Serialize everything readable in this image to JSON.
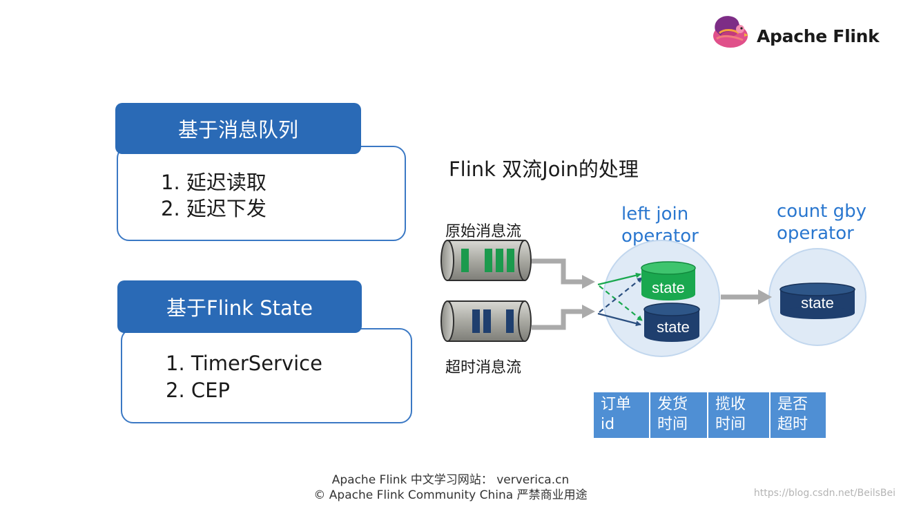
{
  "logo": {
    "text": "Apache Flink",
    "icon": "squirrel-icon"
  },
  "left": {
    "box1": {
      "header": "基于消息队列",
      "items": [
        "1.  延迟读取",
        "2. 延迟下发"
      ]
    },
    "box2": {
      "header": "基于Flink State",
      "items": [
        "1.  TimerService",
        "2. CEP"
      ]
    }
  },
  "diagram": {
    "title": "Flink  双流Join的处理",
    "stream_top_label": "原始消息流",
    "stream_bottom_label": "超时消息流",
    "left_operator": [
      "left join",
      "operator"
    ],
    "right_operator": [
      "count gby",
      "operator"
    ],
    "state_label": "state"
  },
  "table": {
    "cells": [
      [
        "订单",
        "id"
      ],
      [
        "发货",
        "时间"
      ],
      [
        "揽收",
        "时间"
      ],
      [
        "是否",
        "超时"
      ]
    ]
  },
  "footer": {
    "line1": "Apache Flink 中文学习网站：  ververica.cn",
    "line2": "© Apache Flink Community China  严禁商业用途"
  },
  "watermark": "https://blog.csdn.net/BeilsBei",
  "colors": {
    "header_blue": "#2a6ab6",
    "border_blue": "#3a78c4",
    "operator_text": "#2a77cf",
    "state_green": "#1aa84f",
    "state_navy": "#1f3f6e",
    "table_blue": "#4f8fd4"
  }
}
